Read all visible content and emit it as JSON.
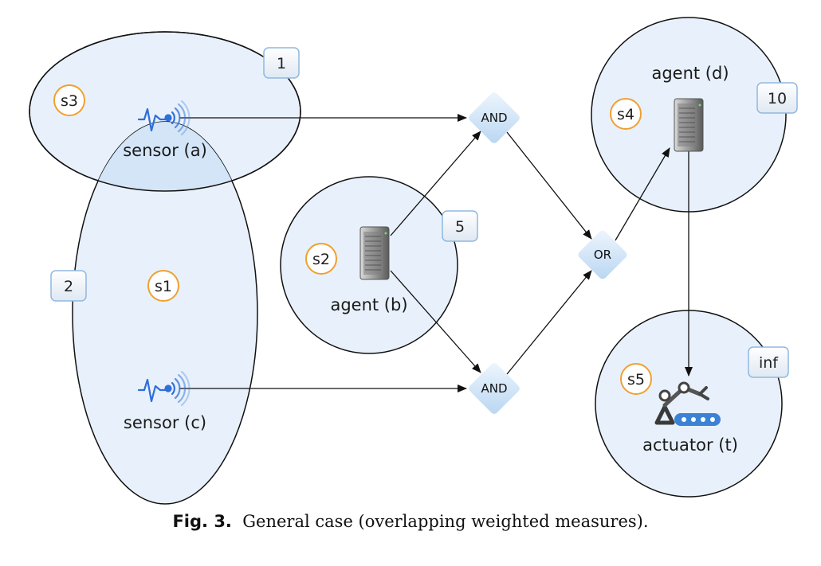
{
  "nodes": {
    "sensor_a": "sensor (a)",
    "sensor_c": "sensor (c)",
    "agent_b": "agent (b)",
    "agent_d": "agent (d)",
    "actuator_t": "actuator (t)"
  },
  "zones": [
    "s1",
    "s2",
    "s3",
    "s4",
    "s5"
  ],
  "weights": [
    "1",
    "2",
    "5",
    "10",
    "inf"
  ],
  "gates": {
    "and_top": "AND",
    "and_bottom": "AND",
    "or": "OR"
  },
  "caption": {
    "label": "Fig. 3.",
    "text": "General case (overlapping weighted measures)."
  },
  "colors": {
    "zone_fill": "#e8f1fb",
    "overlap_fill": "#d3e5f7",
    "zone_badge_border": "#f0a030",
    "weight_badge_border": "#8fb8e0",
    "gate_fill": "#cfe3f6",
    "sensor_icon": "#2e6fd8"
  },
  "icons": {
    "sensor": "wireless-sensor-icon",
    "agent": "server-tower-icon",
    "actuator": "robot-arm-conveyor-icon"
  }
}
